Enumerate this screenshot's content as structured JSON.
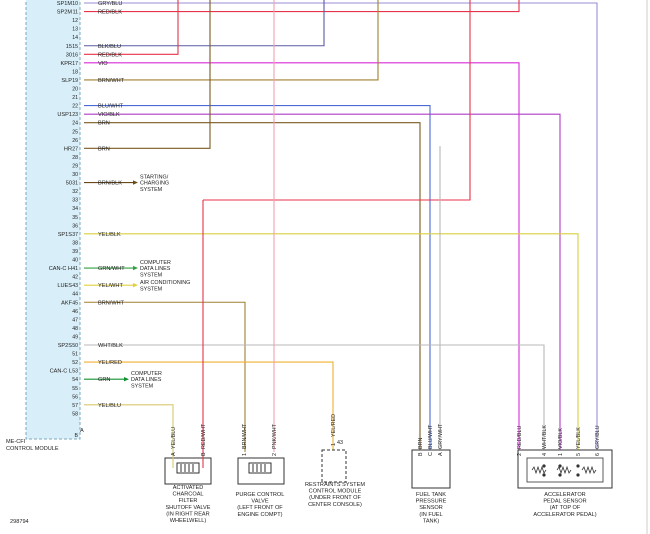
{
  "module": {
    "name": "ME-CFI",
    "subtitle": "CONTROL MODULE",
    "figure_id": "298794"
  },
  "pin_labels": [
    {
      "pin": "10",
      "label": "SP1M"
    },
    {
      "pin": "11",
      "label": "SP2M"
    },
    {
      "pin": "15",
      "label": "15"
    },
    {
      "pin": "16",
      "label": "30"
    },
    {
      "pin": "17",
      "label": "KPR"
    },
    {
      "pin": "19",
      "label": "SLP"
    },
    {
      "pin": "23",
      "label": "USP1"
    },
    {
      "pin": "27",
      "label": "HR"
    },
    {
      "pin": "31",
      "label": "50"
    },
    {
      "pin": "37",
      "label": "SP1S"
    },
    {
      "pin": "41",
      "label": "CAN-C H"
    },
    {
      "pin": "43",
      "label": "LUES"
    },
    {
      "pin": "45",
      "label": "AKF"
    },
    {
      "pin": "50",
      "label": "SP2S"
    },
    {
      "pin": "53",
      "label": "CAN-C L"
    },
    {
      "pin": "",
      "label": "A"
    }
  ],
  "pins": [
    "10",
    "11",
    "12",
    "13",
    "14",
    "15",
    "16",
    "17",
    "18",
    "19",
    "20",
    "21",
    "22",
    "23",
    "24",
    "25",
    "26",
    "27",
    "28",
    "29",
    "30",
    "31",
    "32",
    "33",
    "34",
    "35",
    "36",
    "37",
    "38",
    "39",
    "40",
    "41",
    "42",
    "43",
    "44",
    "45",
    "46",
    "47",
    "48",
    "49",
    "50",
    "51",
    "52",
    "53",
    "54",
    "55",
    "56",
    "57",
    "58"
  ],
  "wires": [
    {
      "pin": "10",
      "label": "GRY/BLU",
      "color": "#9a8fd6"
    },
    {
      "pin": "11",
      "label": "RED/BLK",
      "color": "#e8334a"
    },
    {
      "pin": "15",
      "label": "BLK/BLU",
      "color": "#5a5aa8"
    },
    {
      "pin": "16",
      "label": "RED/BLK",
      "color": "#e8334a"
    },
    {
      "pin": "17",
      "label": "VIO",
      "color": "#d82bd8"
    },
    {
      "pin": "19",
      "label": "BRN/WHT",
      "color": "#a08030"
    },
    {
      "pin": "22",
      "label": "BLU/WHT",
      "color": "#4a6ad8"
    },
    {
      "pin": "23",
      "label": "VIO/BLK",
      "color": "#b03cc8"
    },
    {
      "pin": "24",
      "label": "BRN",
      "color": "#7a5a20"
    },
    {
      "pin": "27",
      "label": "BRN",
      "color": "#7a5a20"
    },
    {
      "pin": "31",
      "label": "BRN/BLK",
      "color": "#6a4a18"
    },
    {
      "pin": "37",
      "label": "YEL/BLK",
      "color": "#d8d040"
    },
    {
      "pin": "41",
      "label": "GRN/WHT",
      "color": "#30a040"
    },
    {
      "pin": "43",
      "label": "YEL/WHT",
      "color": "#e0d040"
    },
    {
      "pin": "45",
      "label": "BRN/WHT",
      "color": "#a08030"
    },
    {
      "pin": "50",
      "label": "WHT/BLK",
      "color": "#b8b8b8"
    },
    {
      "pin": "52",
      "label": "YEL/RED",
      "color": "#f0b030"
    },
    {
      "pin": "54",
      "label": "GRN",
      "color": "#109030"
    },
    {
      "pin": "57",
      "label": "YEL/BLU",
      "color": "#d8c870"
    }
  ],
  "arrow_destinations": [
    {
      "pin": "31",
      "text": [
        "STARTING/",
        "CHARGING",
        "SYSTEM"
      ]
    },
    {
      "pin": "41",
      "text": [
        "COMPUTER",
        "DATA LINES",
        "SYSTEM"
      ]
    },
    {
      "pin": "43",
      "text": [
        "AIR CONDITIONING",
        "SYSTEM"
      ]
    },
    {
      "pin": "54",
      "text": [
        "COMPUTER",
        "DATA LINES",
        "SYSTEM"
      ]
    }
  ],
  "components": [
    {
      "id": "charcoal-filter-valve",
      "label": [
        "ACTIVATED",
        "CHARCOAL",
        "FILTER",
        "SHUTOFF VALVE",
        "(IN RIGHT REAR",
        "WHEELWELL)"
      ],
      "pins": [
        {
          "letter": "A",
          "wire": "YEL/BLU"
        },
        {
          "letter": "B",
          "wire": "RED/WHT"
        }
      ]
    },
    {
      "id": "purge-control-valve",
      "label": [
        "PURGE CONTROL",
        "VALVE",
        "(LEFT FRONT OF",
        "ENGINE COMPT)"
      ],
      "pins": [
        {
          "letter": "1",
          "wire": "BRN/WHT"
        },
        {
          "letter": "2",
          "wire": "PNK/WHT"
        }
      ]
    },
    {
      "id": "restraint-module",
      "label": [
        "RESTRAINTS SYSTEM",
        "CONTROL MODULE",
        "(UNDER FRONT OF",
        "CENTER CONSOLE)"
      ],
      "pins": [
        {
          "letter": "1",
          "wire": "YEL/RED"
        },
        {
          "letter": "43",
          "wire": ""
        }
      ]
    },
    {
      "id": "fuel-tank-pressure-sensor",
      "label": [
        "FUEL TANK",
        "PRESSURE",
        "SENSOR",
        "(IN FUEL",
        "TANK)"
      ],
      "pins": [
        {
          "letter": "B",
          "wire": "BRN"
        },
        {
          "letter": "C",
          "wire": "BLU/WHT"
        },
        {
          "letter": "A",
          "wire": "GRY/WHT"
        }
      ]
    },
    {
      "id": "accelerator-pedal-sensor",
      "label": [
        "ACCELERATOR",
        "PEDAL SENSOR",
        "(AT TOP OF",
        "ACCELERATOR PEDAL)"
      ],
      "pins": [
        {
          "letter": "2",
          "wire": "RED/BLU"
        },
        {
          "letter": "4",
          "wire": "WHT/BLK"
        },
        {
          "letter": "1",
          "wire": "VIO/BLK"
        },
        {
          "letter": "5",
          "wire": "YEL/BLK"
        },
        {
          "letter": "6",
          "wire": "GRY/BLU"
        }
      ]
    }
  ],
  "colors": {
    "module_fill": "#d8eef8",
    "module_stroke": "#7aa8c0",
    "text": "#222222",
    "component_stroke": "#333333"
  }
}
